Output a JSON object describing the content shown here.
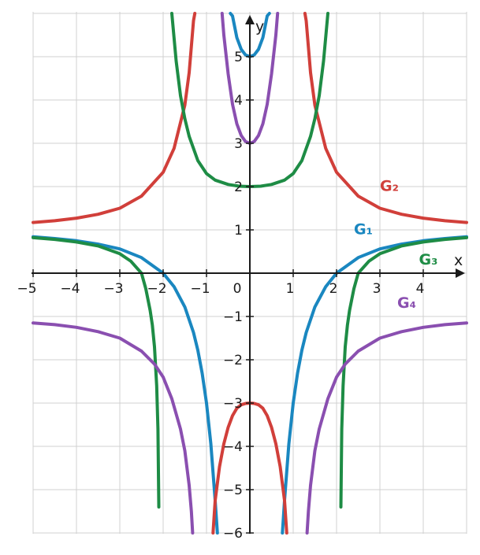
{
  "chart_data": {
    "type": "line",
    "title": "",
    "xlabel": "x",
    "ylabel": "y",
    "xlim": [
      -5,
      5
    ],
    "ylim": [
      -6,
      6
    ],
    "grid": true,
    "x_ticks": [
      "−5",
      "−4",
      "−3",
      "−2",
      "−1",
      "0",
      "1",
      "2",
      "3",
      "4"
    ],
    "y_ticks": [
      "−6",
      "−5",
      "−4",
      "−3",
      "−2",
      "−1",
      "1",
      "2",
      "3",
      "4",
      "5"
    ],
    "series": [
      {
        "name": "G₁",
        "color": "#1a87c0",
        "points": [
          [
            -5.0,
            0.84
          ],
          [
            -4.5,
            0.8
          ],
          [
            -4.0,
            0.75
          ],
          [
            -3.5,
            0.67
          ],
          [
            -3.0,
            0.56
          ],
          [
            -2.5,
            0.36
          ],
          [
            -2.0,
            0.0
          ],
          [
            -1.75,
            -0.31
          ],
          [
            -1.5,
            -0.78
          ],
          [
            -1.3,
            -1.37
          ],
          [
            -1.2,
            -1.78
          ],
          [
            -1.1,
            -2.31
          ],
          [
            -1.0,
            -3.0
          ],
          [
            -0.9,
            -3.94
          ],
          [
            -0.8,
            -5.25
          ],
          [
            -0.75,
            -6.0
          ],
          [
            null,
            null
          ],
          [
            -0.45,
            6.0
          ],
          [
            -0.4,
            5.94
          ],
          [
            -0.3,
            5.44
          ],
          [
            -0.2,
            5.17
          ],
          [
            -0.1,
            5.04
          ],
          [
            0.0,
            5.0
          ],
          [
            0.1,
            5.04
          ],
          [
            0.2,
            5.17
          ],
          [
            0.3,
            5.44
          ],
          [
            0.4,
            5.94
          ],
          [
            0.45,
            6.0
          ],
          [
            null,
            null
          ],
          [
            0.75,
            -6.0
          ],
          [
            0.8,
            -5.25
          ],
          [
            0.9,
            -3.94
          ],
          [
            1.0,
            -3.0
          ],
          [
            1.1,
            -2.31
          ],
          [
            1.2,
            -1.78
          ],
          [
            1.3,
            -1.37
          ],
          [
            1.5,
            -0.78
          ],
          [
            1.75,
            -0.31
          ],
          [
            2.0,
            0.0
          ],
          [
            2.5,
            0.36
          ],
          [
            3.0,
            0.56
          ],
          [
            3.5,
            0.67
          ],
          [
            4.0,
            0.75
          ],
          [
            4.5,
            0.8
          ],
          [
            5.0,
            0.84
          ]
        ]
      },
      {
        "name": "G₂",
        "color": "#d13f3a",
        "points": [
          [
            -5.0,
            1.17
          ],
          [
            -4.5,
            1.21
          ],
          [
            -4.0,
            1.27
          ],
          [
            -3.5,
            1.36
          ],
          [
            -3.0,
            1.5
          ],
          [
            -2.5,
            1.78
          ],
          [
            -2.0,
            2.33
          ],
          [
            -1.75,
            2.88
          ],
          [
            -1.5,
            3.88
          ],
          [
            -1.4,
            4.63
          ],
          [
            -1.3,
            5.83
          ],
          [
            -1.27,
            6.0
          ],
          [
            null,
            null
          ],
          [
            -0.85,
            -6.0
          ],
          [
            -0.8,
            -5.25
          ],
          [
            -0.7,
            -4.47
          ],
          [
            -0.6,
            -3.94
          ],
          [
            -0.5,
            -3.56
          ],
          [
            -0.4,
            -3.29
          ],
          [
            -0.3,
            -3.12
          ],
          [
            -0.2,
            -3.04
          ],
          [
            -0.1,
            -3.01
          ],
          [
            0.0,
            -3.0
          ],
          [
            0.1,
            -3.01
          ],
          [
            0.2,
            -3.04
          ],
          [
            0.3,
            -3.12
          ],
          [
            0.4,
            -3.29
          ],
          [
            0.5,
            -3.56
          ],
          [
            0.6,
            -3.94
          ],
          [
            0.7,
            -4.47
          ],
          [
            0.8,
            -5.25
          ],
          [
            0.85,
            -6.0
          ],
          [
            null,
            null
          ],
          [
            1.27,
            6.0
          ],
          [
            1.3,
            5.83
          ],
          [
            1.4,
            4.63
          ],
          [
            1.5,
            3.88
          ],
          [
            1.75,
            2.88
          ],
          [
            2.0,
            2.33
          ],
          [
            2.5,
            1.78
          ],
          [
            3.0,
            1.5
          ],
          [
            3.5,
            1.36
          ],
          [
            4.0,
            1.27
          ],
          [
            4.5,
            1.21
          ],
          [
            5.0,
            1.17
          ]
        ]
      },
      {
        "name": "G₃",
        "color": "#1e8c45",
        "points": [
          [
            -5.0,
            0.82
          ],
          [
            -4.5,
            0.78
          ],
          [
            -4.0,
            0.72
          ],
          [
            -3.5,
            0.63
          ],
          [
            -3.0,
            0.45
          ],
          [
            -2.75,
            0.28
          ],
          [
            -2.5,
            0.0
          ],
          [
            -2.4,
            -0.36
          ],
          [
            -2.3,
            -0.86
          ],
          [
            -2.25,
            -1.2
          ],
          [
            -2.2,
            -1.7
          ],
          [
            -2.15,
            -2.6
          ],
          [
            -2.12,
            -3.6
          ],
          [
            -2.1,
            -5.4
          ],
          [
            null,
            null
          ],
          [
            -1.8,
            6.0
          ],
          [
            -1.7,
            4.9
          ],
          [
            -1.6,
            4.1
          ],
          [
            -1.5,
            3.57
          ],
          [
            -1.4,
            3.16
          ],
          [
            -1.2,
            2.6
          ],
          [
            -1.0,
            2.3
          ],
          [
            -0.8,
            2.15
          ],
          [
            -0.5,
            2.05
          ],
          [
            -0.25,
            2.01
          ],
          [
            0.0,
            2.0
          ],
          [
            0.25,
            2.01
          ],
          [
            0.5,
            2.05
          ],
          [
            0.8,
            2.15
          ],
          [
            1.0,
            2.3
          ],
          [
            1.2,
            2.6
          ],
          [
            1.4,
            3.16
          ],
          [
            1.5,
            3.57
          ],
          [
            1.6,
            4.1
          ],
          [
            1.7,
            4.9
          ],
          [
            1.8,
            6.0
          ],
          [
            null,
            null
          ],
          [
            2.1,
            -5.4
          ],
          [
            2.12,
            -3.6
          ],
          [
            2.15,
            -2.6
          ],
          [
            2.2,
            -1.7
          ],
          [
            2.25,
            -1.2
          ],
          [
            2.3,
            -0.86
          ],
          [
            2.4,
            -0.36
          ],
          [
            2.5,
            0.0
          ],
          [
            2.75,
            0.28
          ],
          [
            3.0,
            0.45
          ],
          [
            3.5,
            0.63
          ],
          [
            4.0,
            0.72
          ],
          [
            4.5,
            0.78
          ],
          [
            5.0,
            0.82
          ]
        ]
      },
      {
        "name": "G₄",
        "color": "#8a4fb0",
        "points": [
          [
            -5.0,
            -1.15
          ],
          [
            -4.5,
            -1.19
          ],
          [
            -4.0,
            -1.25
          ],
          [
            -3.5,
            -1.35
          ],
          [
            -3.0,
            -1.5
          ],
          [
            -2.5,
            -1.8
          ],
          [
            -2.2,
            -2.1
          ],
          [
            -2.0,
            -2.4
          ],
          [
            -1.8,
            -2.9
          ],
          [
            -1.6,
            -3.6
          ],
          [
            -1.5,
            -4.1
          ],
          [
            -1.4,
            -4.9
          ],
          [
            -1.35,
            -5.5
          ],
          [
            -1.32,
            -6.0
          ],
          [
            null,
            null
          ],
          [
            -0.64,
            6.0
          ],
          [
            -0.6,
            5.5
          ],
          [
            -0.5,
            4.6
          ],
          [
            -0.4,
            3.9
          ],
          [
            -0.3,
            3.45
          ],
          [
            -0.2,
            3.18
          ],
          [
            -0.1,
            3.04
          ],
          [
            0.0,
            3.0
          ],
          [
            0.1,
            3.04
          ],
          [
            0.2,
            3.18
          ],
          [
            0.3,
            3.45
          ],
          [
            0.4,
            3.9
          ],
          [
            0.5,
            4.6
          ],
          [
            0.6,
            5.5
          ],
          [
            0.64,
            6.0
          ],
          [
            null,
            null
          ],
          [
            1.32,
            -6.0
          ],
          [
            1.35,
            -5.5
          ],
          [
            1.4,
            -4.9
          ],
          [
            1.5,
            -4.1
          ],
          [
            1.6,
            -3.6
          ],
          [
            1.8,
            -2.9
          ],
          [
            2.0,
            -2.4
          ],
          [
            2.2,
            -2.1
          ],
          [
            2.5,
            -1.8
          ],
          [
            3.0,
            -1.5
          ],
          [
            3.5,
            -1.35
          ],
          [
            4.0,
            -1.25
          ],
          [
            4.5,
            -1.19
          ],
          [
            5.0,
            -1.15
          ]
        ]
      }
    ],
    "series_labels": [
      {
        "text": "G₁",
        "color": "#1a87c0",
        "x": 2.4,
        "y": 0.9
      },
      {
        "text": "G₂",
        "color": "#d13f3a",
        "x": 3.0,
        "y": 1.9
      },
      {
        "text": "G₃",
        "color": "#1e8c45",
        "x": 3.9,
        "y": 0.2
      },
      {
        "text": "G₄",
        "color": "#8a4fb0",
        "x": 3.4,
        "y": -0.8
      }
    ]
  }
}
